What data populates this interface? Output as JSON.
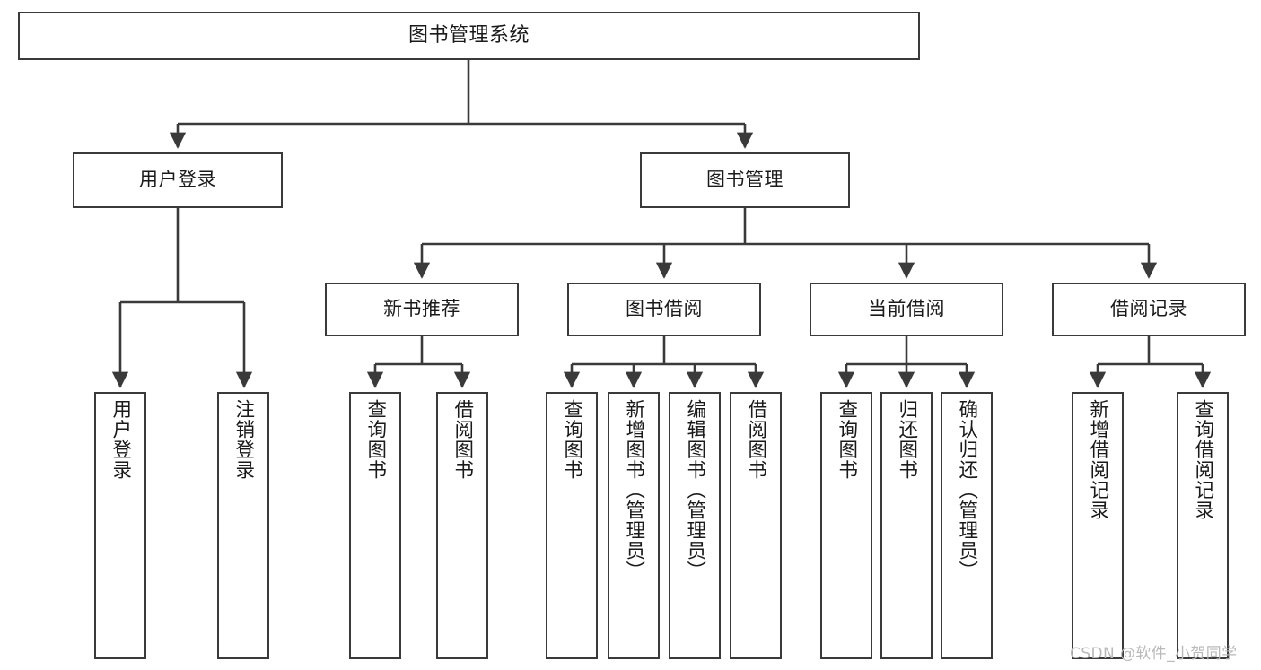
{
  "diagram": {
    "title": "图书管理系统",
    "type": "tree-hierarchy-diagram",
    "watermark": "CSDN @软件_小贺同学",
    "colors": {
      "box_border": "#3a3a3a",
      "box_fill": "#ffffff",
      "connector": "#3a3a3a",
      "text": "#1a1a1a",
      "watermark": "#b9b9b9",
      "background": "#ffffff"
    },
    "levels": {
      "level1": [
        {
          "id": "root",
          "label": "图书管理系统"
        }
      ],
      "level2": [
        {
          "id": "user-login",
          "label": "用户登录"
        },
        {
          "id": "book-management",
          "label": "图书管理"
        }
      ],
      "level3": [
        {
          "id": "new-book-recommend",
          "label": "新书推荐"
        },
        {
          "id": "book-borrow",
          "label": "图书借阅"
        },
        {
          "id": "current-borrow",
          "label": "当前借阅"
        },
        {
          "id": "borrow-record",
          "label": "借阅记录"
        }
      ],
      "level4": [
        {
          "id": "leaf-user-login",
          "label": "用户登录"
        },
        {
          "id": "leaf-logout-login",
          "label": "注销登录"
        },
        {
          "id": "leaf-query-book-1",
          "label": "查询图书"
        },
        {
          "id": "leaf-borrow-book-1",
          "label": "借阅图书"
        },
        {
          "id": "leaf-query-book-2",
          "label": "查询图书"
        },
        {
          "id": "leaf-add-book-admin",
          "label": "新增图书（管理员）"
        },
        {
          "id": "leaf-edit-book-admin",
          "label": "编辑图书（管理员）"
        },
        {
          "id": "leaf-borrow-book-2",
          "label": "借阅图书"
        },
        {
          "id": "leaf-query-book-3",
          "label": "查询图书"
        },
        {
          "id": "leaf-return-book",
          "label": "归还图书"
        },
        {
          "id": "leaf-confirm-return-admin",
          "label": "确认归还（管理员）"
        },
        {
          "id": "leaf-add-borrow-record",
          "label": "新增借阅记录"
        },
        {
          "id": "leaf-query-borrow-record",
          "label": "查询借阅记录"
        }
      ]
    }
  }
}
